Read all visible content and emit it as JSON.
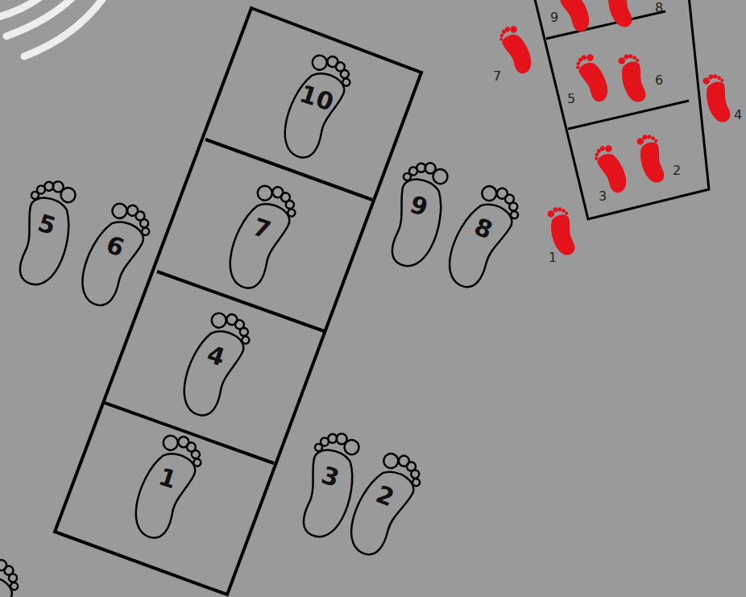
{
  "diagram": {
    "nodes": [
      {
        "text": [
          "1"
        ]
      },
      {
        "text": [
          "2"
        ]
      },
      {
        "text": [
          "3"
        ]
      },
      {
        "text": [
          "4"
        ]
      },
      {
        "text": [
          "5"
        ]
      },
      {
        "text": [
          "6"
        ]
      },
      {
        "text": [
          "7"
        ]
      },
      {
        "text": [
          "8"
        ]
      },
      {
        "text": [
          "9"
        ]
      },
      {
        "text": [
          "10"
        ]
      },
      {
        "text": [
          "1"
        ]
      },
      {
        "text": [
          "2"
        ]
      },
      {
        "text": [
          "3"
        ]
      },
      {
        "text": [
          "4"
        ]
      },
      {
        "text": [
          "5"
        ]
      },
      {
        "text": [
          "6"
        ]
      },
      {
        "text": [
          "7"
        ]
      },
      {
        "text": [
          "8"
        ]
      },
      {
        "text": [
          "9"
        ]
      }
    ]
  }
}
